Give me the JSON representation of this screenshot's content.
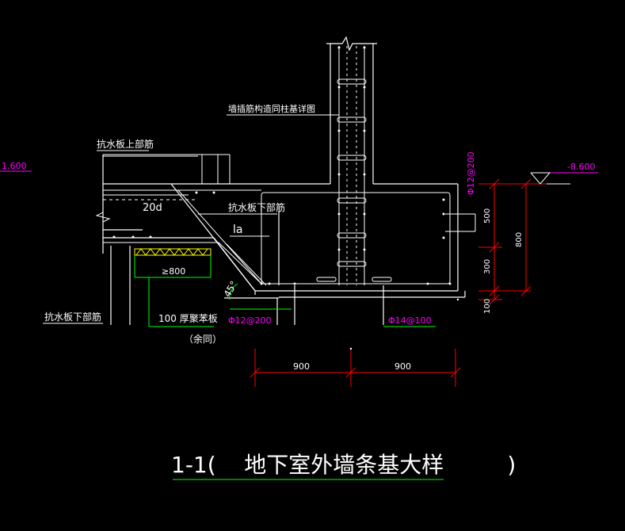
{
  "labels": {
    "wall_dowel_note": "墙插筋构造同柱基详图",
    "slab_top_bars": "抗水板上部筋",
    "slab_bottom_bars_inner": "抗水板下部筋",
    "slab_bottom_bars_outer": "抗水板下部筋",
    "anchor_20d": "20d",
    "la": "la",
    "min_800": "≥800",
    "angle_45": "45°",
    "board_note": "100  厚聚苯板",
    "board_note_sub": "（余同）",
    "bar_phi12": "Φ12@200",
    "bar_phi14": "Φ14@100",
    "bar_phi12_vertical": "Φ12@200"
  },
  "elevations": {
    "left": "1.600",
    "right": "-8.600"
  },
  "dimensions": {
    "bottom_left": "900",
    "bottom_right": "900",
    "right_500": "500",
    "right_300": "300",
    "right_100": "100",
    "right_800": "800"
  },
  "title": {
    "text": "1-1(    地下室外墙条基大样         )"
  },
  "colors": {
    "background": "#000000",
    "linework": "#ffffff",
    "dimension": "#ff0000",
    "rebar_label": "#ff00ff",
    "green": "#00ff00",
    "hatch": "#ffff00"
  }
}
